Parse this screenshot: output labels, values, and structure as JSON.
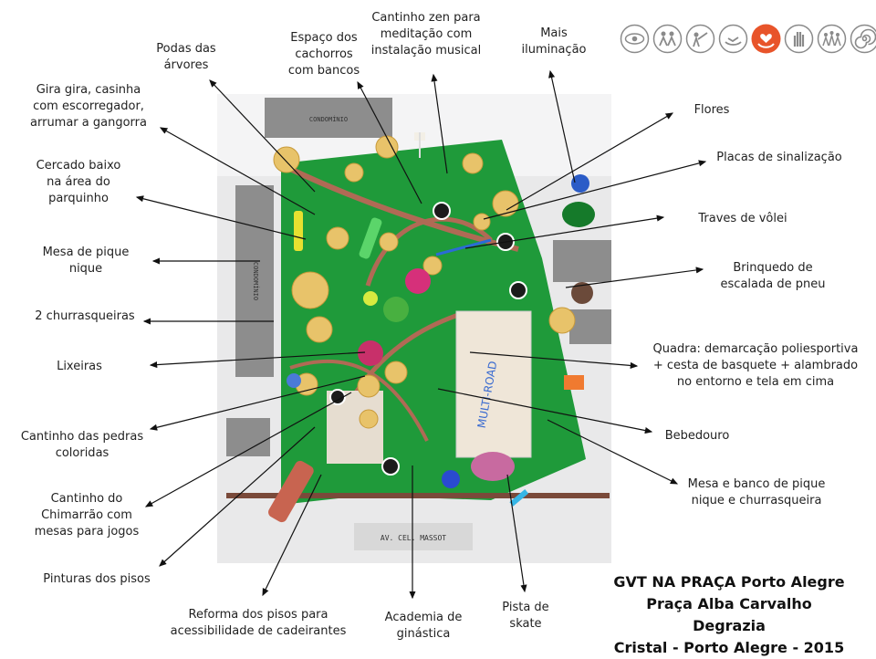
{
  "photo": {
    "street_label": "AV. CEL. MASSOT",
    "building_label_top": "CONDOMÍNIO",
    "building_label_side": "CONDOMÍNIO",
    "court_text": "MULTI-ROAD"
  },
  "labels": {
    "podas": [
      "Podas das",
      "árvores"
    ],
    "cachorros": [
      "Espaço dos",
      "cachorros",
      "com bancos"
    ],
    "zen": [
      "Cantinho zen para",
      "meditação com",
      "instalação musical"
    ],
    "iluminacao": [
      "Mais",
      "iluminação"
    ],
    "giragira": [
      "Gira gira, casinha",
      "com escorregador,",
      "arrumar  a gangorra"
    ],
    "flores": [
      "Flores"
    ],
    "placas": [
      "Placas de sinalização"
    ],
    "cercado": [
      "Cercado baixo",
      "na área do",
      "parquinho"
    ],
    "traves": [
      "Traves de vôlei"
    ],
    "mesa_pique": [
      "Mesa de pique",
      "nique"
    ],
    "pneu": [
      "Brinquedo de",
      "escalada de pneu"
    ],
    "churrasqueiras": [
      "2 churrasqueiras"
    ],
    "quadra": [
      "Quadra: demarcação poliesportiva",
      "+ cesta de basquete + alambrado",
      "no entorno  e tela em cima"
    ],
    "lixeiras": [
      "Lixeiras"
    ],
    "bebedouro": [
      "Bebedouro"
    ],
    "pedras": [
      "Cantinho das pedras",
      "coloridas"
    ],
    "mesa_banco": [
      "Mesa e banco de pique",
      "nique e churrasqueira"
    ],
    "chimarrao": [
      "Cantinho do",
      "Chimarrão  com",
      "mesas para jogos"
    ],
    "pinturas": [
      "Pinturas dos pisos"
    ],
    "reforma": [
      "Reforma dos pisos para",
      "acessibilidade de cadeirantes"
    ],
    "academia": [
      "Academia de",
      "ginástica"
    ],
    "skate": [
      "Pista de",
      "skate"
    ]
  },
  "title": {
    "line1": "GVT  NA PRAÇA  Porto Alegre",
    "line2": "Praça  Alba  Carvalho  Degrazia",
    "line3": "Cristal  - Porto Alegre - 2015"
  },
  "icons": [
    "eye-icon",
    "people-icon",
    "teacher-icon",
    "hands-icon",
    "heart-hands-icon",
    "palm-icon",
    "group-icon",
    "spiral-icon"
  ],
  "colors": {
    "grass": "#1f9a3a",
    "path": "#b06a55",
    "board": "#f2f2f2",
    "highlight_icon": "#e8542a",
    "icon_gray": "#8a8a8a"
  }
}
